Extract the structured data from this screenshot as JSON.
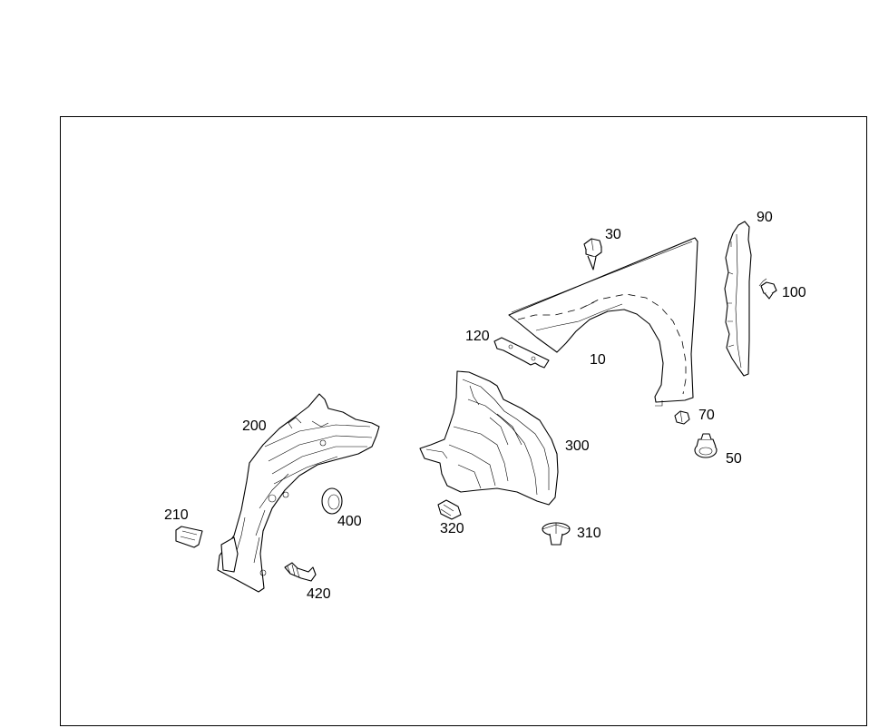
{
  "parts": [
    {
      "id": "p10",
      "number": "10"
    },
    {
      "id": "p30",
      "number": "30"
    },
    {
      "id": "p50",
      "number": "50"
    },
    {
      "id": "p70",
      "number": "70"
    },
    {
      "id": "p90",
      "number": "90"
    },
    {
      "id": "p100",
      "number": "100"
    },
    {
      "id": "p120",
      "number": "120"
    },
    {
      "id": "p200",
      "number": "200"
    },
    {
      "id": "p210",
      "number": "210"
    },
    {
      "id": "p300",
      "number": "300"
    },
    {
      "id": "p310",
      "number": "310"
    },
    {
      "id": "p320",
      "number": "320"
    },
    {
      "id": "p400",
      "number": "400"
    },
    {
      "id": "p420",
      "number": "420"
    }
  ]
}
